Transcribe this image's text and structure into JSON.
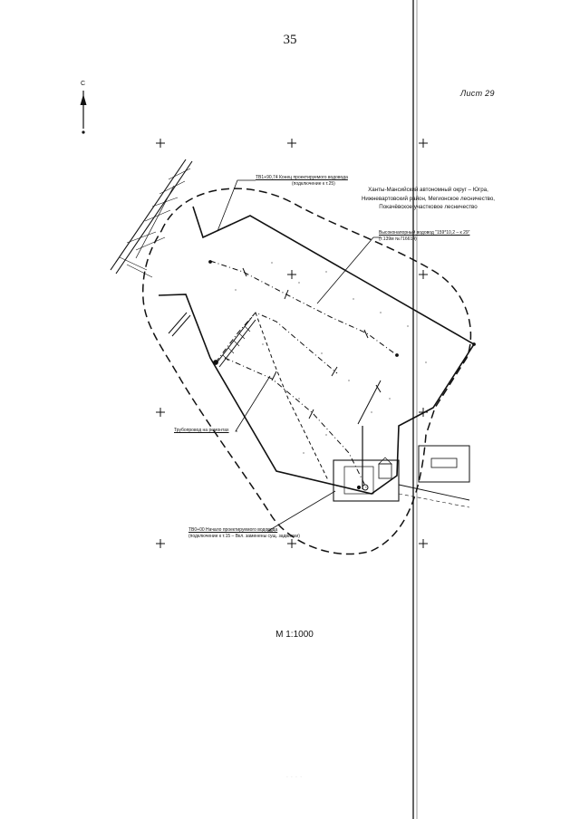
{
  "page": {
    "number": "35",
    "sheet": "Лист 29",
    "scale": "М 1:1000",
    "footer_marks": "· · · ·"
  },
  "north_arrow": {
    "letter": "С",
    "icon": "north-arrow-icon"
  },
  "location_block": {
    "line1": "Ханты-Мансийский автономный округ – Югра,",
    "line2": "Нижневартовский район, Мегионское лесничество,",
    "line3": "Покачёвское участковое лесничество"
  },
  "callouts": {
    "top": {
      "head": "ТВ1+90,74 Конец проектируемого водовода",
      "sub": "(подключение к т.25)"
    },
    "node": {
      "head": "Высоконапорный водовод \"159*10,2 – к 29\"",
      "sub": "(т.139м №716614)"
    },
    "pipe": {
      "head": "Трубопровод на ремонтах"
    },
    "end": {
      "head": "ТВ0+00 Начало проектируемого водовода",
      "sub": "(подключение к т.15 – Вкл. заменены сущ. задвижки)"
    }
  },
  "colors": {
    "ink": "#111111",
    "paper": "#ffffff",
    "fold": "#222222",
    "faint": "#9a9a9a"
  }
}
